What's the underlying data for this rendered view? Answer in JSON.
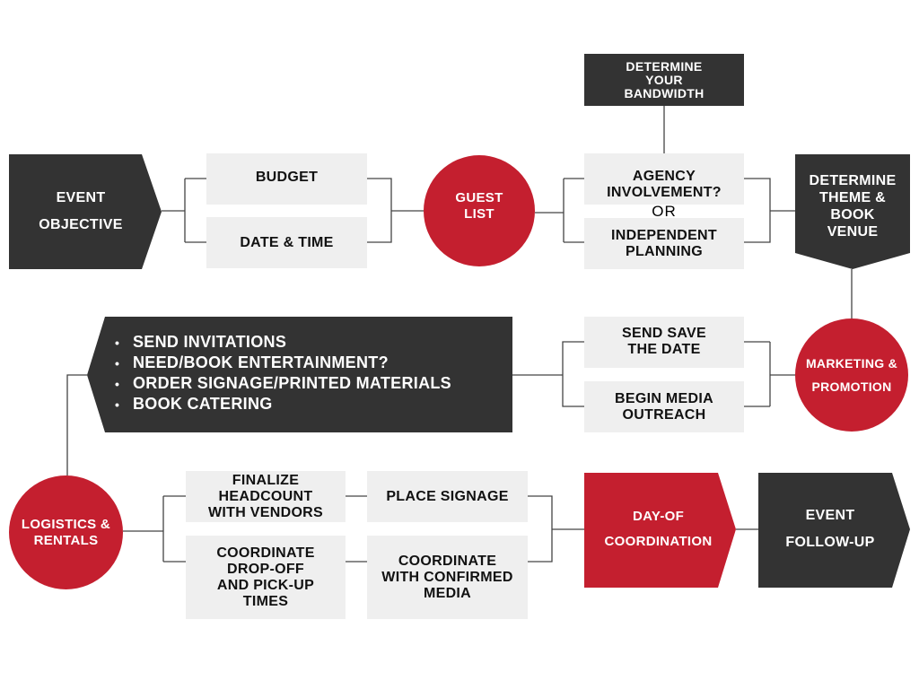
{
  "colors": {
    "dark": "#333333",
    "red": "#c41f2f",
    "gray": "#efefef",
    "connector": "#444444"
  },
  "nodes": {
    "event_objective": [
      "EVENT",
      "OBJECTIVE"
    ],
    "budget": [
      "BUDGET"
    ],
    "date_time": [
      "DATE & TIME"
    ],
    "guest_list": [
      "GUEST",
      "LIST"
    ],
    "bandwidth": [
      "DETERMINE",
      "YOUR",
      "BANDWIDTH"
    ],
    "agency": [
      "AGENCY",
      "INVOLVEMENT?"
    ],
    "or_text": "OR",
    "independent": [
      "INDEPENDENT",
      "PLANNING"
    ],
    "theme_venue": [
      "DETERMINE",
      "THEME &",
      "BOOK",
      "VENUE"
    ],
    "marketing": [
      "MARKETING &",
      "PROMOTION"
    ],
    "save_date": [
      "SEND SAVE",
      "THE DATE"
    ],
    "media_outreach": [
      "BEGIN MEDIA",
      "OUTREACH"
    ],
    "tasks": [
      "SEND INVITATIONS",
      "NEED/BOOK ENTERTAINMENT?",
      "ORDER SIGNAGE/PRINTED MATERIALS",
      "BOOK CATERING"
    ],
    "logistics": [
      "LOGISTICS &",
      "RENTALS"
    ],
    "headcount": [
      "FINALIZE",
      "HEADCOUNT",
      "WITH VENDORS"
    ],
    "dropoff": [
      "COORDINATE",
      "DROP-OFF",
      "AND PICK-UP",
      "TIMES"
    ],
    "signage": [
      "PLACE SIGNAGE"
    ],
    "confirmed_media": [
      "COORDINATE",
      "WITH CONFIRMED",
      "MEDIA"
    ],
    "day_of": [
      "DAY-OF",
      "COORDINATION"
    ],
    "follow_up": [
      "EVENT",
      "FOLLOW-UP"
    ]
  }
}
